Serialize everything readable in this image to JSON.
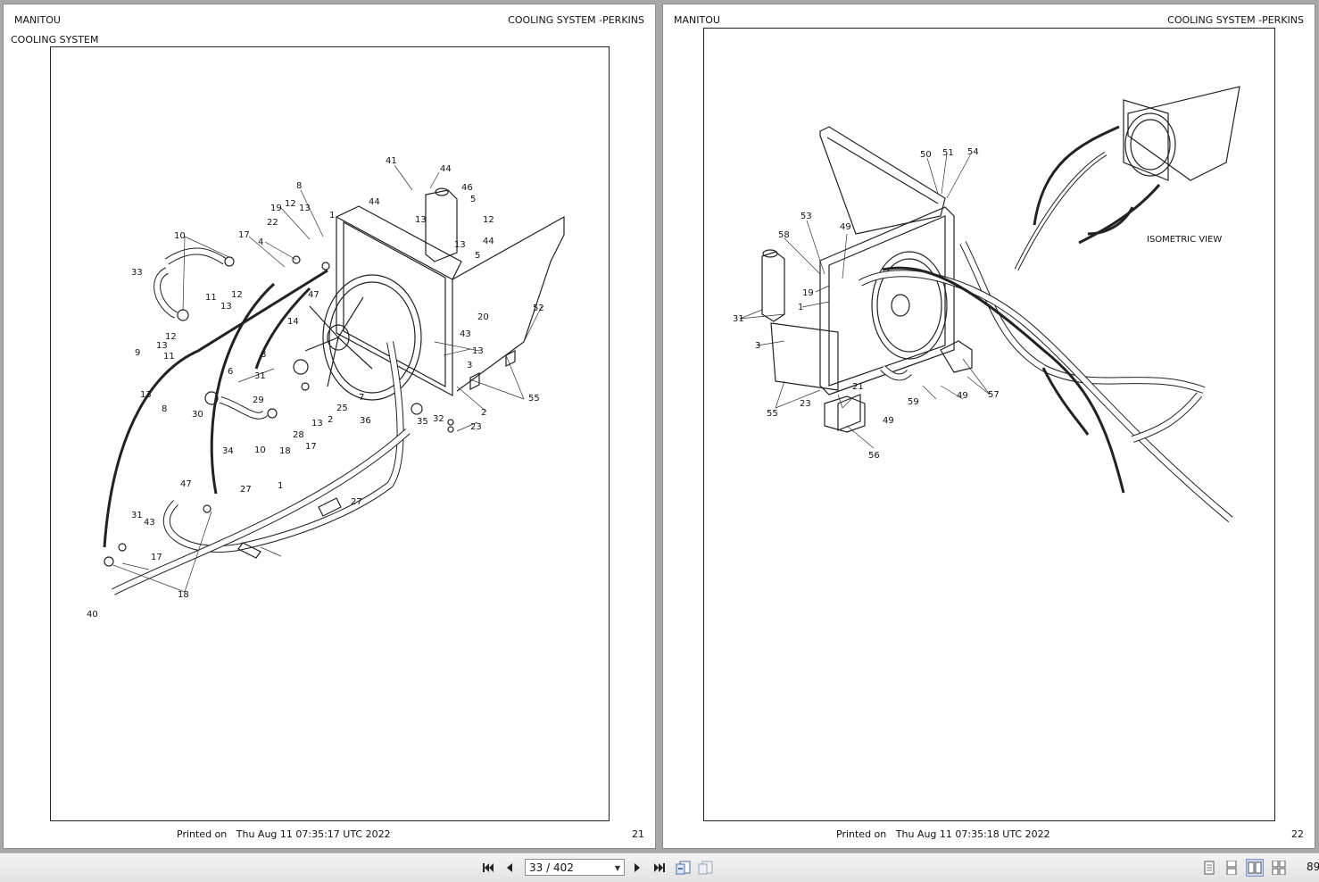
{
  "left_page": {
    "brand": "MANITOU",
    "header_title": "COOLING SYSTEM -PERKINS",
    "section_title": "COOLING SYSTEM",
    "printed_label": "Printed on",
    "printed_date": "Thu Aug 11 07:35:17 UTC 2022",
    "page_number": "21",
    "callouts": [
      "41",
      "44",
      "46",
      "5",
      "8",
      "19",
      "12",
      "13",
      "1",
      "44",
      "13",
      "12",
      "22",
      "10",
      "17",
      "4",
      "13",
      "44",
      "5",
      "33",
      "47",
      "11",
      "12",
      "13",
      "20",
      "52",
      "14",
      "43",
      "12",
      "13",
      "8",
      "9",
      "11",
      "6",
      "31",
      "13",
      "3",
      "55",
      "13",
      "29",
      "7",
      "25",
      "2",
      "23",
      "8",
      "30",
      "36",
      "35",
      "32",
      "34",
      "10",
      "18",
      "28",
      "13",
      "2",
      "17",
      "47",
      "27",
      "1",
      "27",
      "31",
      "43",
      "17",
      "18",
      "40"
    ]
  },
  "right_page": {
    "brand": "MANITOU",
    "header_title": "COOLING SYSTEM -PERKINS",
    "view_label": "ISOMETRIC VIEW",
    "printed_label": "Printed on",
    "printed_date": "Thu Aug 11 07:35:18 UTC 2022",
    "page_number": "22",
    "callouts": [
      "50",
      "51",
      "54",
      "53",
      "49",
      "58",
      "19",
      "1",
      "31",
      "3",
      "21",
      "59",
      "49",
      "57",
      "55",
      "23",
      "49",
      "56"
    ]
  },
  "toolbar": {
    "page_indicator": "33 / 402",
    "zoom": "89"
  },
  "icons": {
    "first": "first-page-icon",
    "prev": "previous-page-icon",
    "next": "next-page-icon",
    "last": "last-page-icon"
  }
}
